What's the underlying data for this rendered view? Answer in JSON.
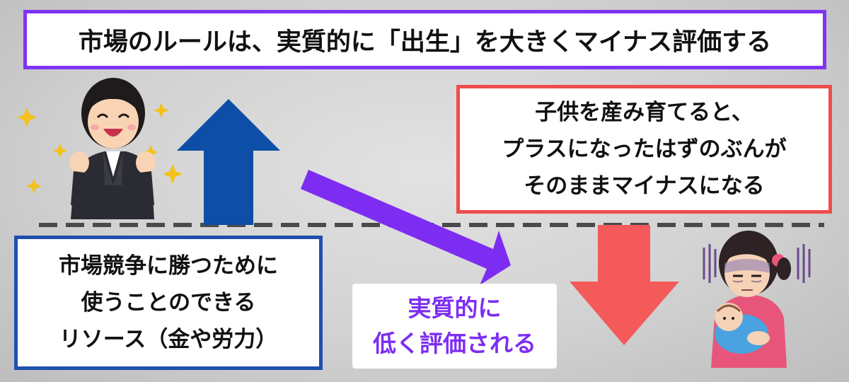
{
  "title": "市場のルールは、実質的に「出生」を大きくマイナス評価する",
  "child_note": {
    "lines": [
      "子供を産み育てると、",
      "プラスになったはずのぶんが",
      "そのままマイナスになる"
    ]
  },
  "resources": {
    "lines": [
      "市場競争に勝つために",
      "使うことのできる",
      "リソース（金や労力）"
    ]
  },
  "evaluation": {
    "lines": [
      "実質的に",
      "低く評価される"
    ]
  },
  "colors": {
    "title_border": "#7f33f5",
    "up_arrow": "#0d4ea6",
    "diagonal_arrow": "#7d2df2",
    "down_arrow": "#f45a5a",
    "child_border": "#ef4d4d",
    "resource_border": "#1f4fae",
    "eval_text": "#7d2df2"
  },
  "icons": {
    "happy_person": "businesswoman-cheering-icon",
    "tired_person": "tired-mother-holding-baby-icon"
  }
}
